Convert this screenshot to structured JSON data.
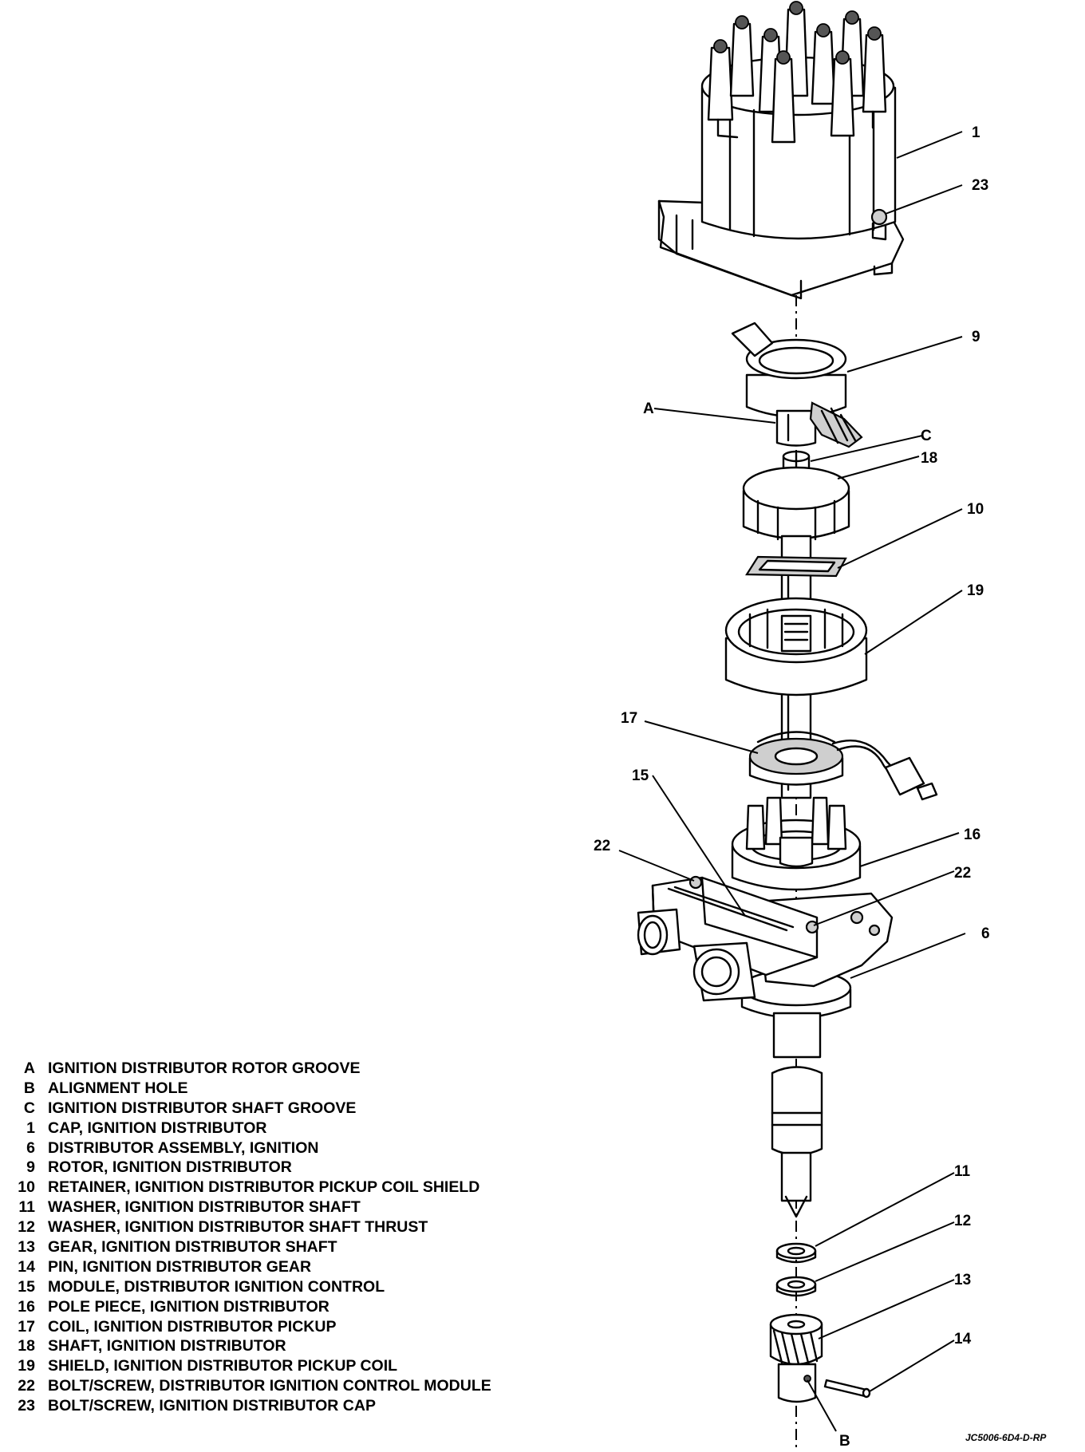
{
  "callouts": [
    {
      "id": "1",
      "label": "1"
    },
    {
      "id": "23",
      "label": "23"
    },
    {
      "id": "9",
      "label": "9"
    },
    {
      "id": "A",
      "label": "A"
    },
    {
      "id": "C",
      "label": "C"
    },
    {
      "id": "18",
      "label": "18"
    },
    {
      "id": "10",
      "label": "10"
    },
    {
      "id": "19",
      "label": "19"
    },
    {
      "id": "17",
      "label": "17"
    },
    {
      "id": "15",
      "label": "15"
    },
    {
      "id": "16",
      "label": "16"
    },
    {
      "id": "22a",
      "label": "22"
    },
    {
      "id": "22b",
      "label": "22"
    },
    {
      "id": "6",
      "label": "6"
    },
    {
      "id": "11",
      "label": "11"
    },
    {
      "id": "12",
      "label": "12"
    },
    {
      "id": "13",
      "label": "13"
    },
    {
      "id": "14",
      "label": "14"
    },
    {
      "id": "B",
      "label": "B"
    }
  ],
  "legend": [
    {
      "key": "A",
      "text": "IGNITION DISTRIBUTOR ROTOR GROOVE"
    },
    {
      "key": "B",
      "text": "ALIGNMENT HOLE"
    },
    {
      "key": "C",
      "text": "IGNITION DISTRIBUTOR SHAFT GROOVE"
    },
    {
      "key": "1",
      "text": "CAP, IGNITION DISTRIBUTOR"
    },
    {
      "key": "6",
      "text": "DISTRIBUTOR ASSEMBLY, IGNITION"
    },
    {
      "key": "9",
      "text": "ROTOR, IGNITION DISTRIBUTOR"
    },
    {
      "key": "10",
      "text": "RETAINER, IGNITION DISTRIBUTOR PICKUP COIL SHIELD"
    },
    {
      "key": "11",
      "text": "WASHER, IGNITION DISTRIBUTOR SHAFT"
    },
    {
      "key": "12",
      "text": "WASHER, IGNITION DISTRIBUTOR SHAFT THRUST"
    },
    {
      "key": "13",
      "text": "GEAR, IGNITION DISTRIBUTOR SHAFT"
    },
    {
      "key": "14",
      "text": "PIN, IGNITION DISTRIBUTOR GEAR"
    },
    {
      "key": "15",
      "text": "MODULE, DISTRIBUTOR IGNITION CONTROL"
    },
    {
      "key": "16",
      "text": "POLE PIECE, IGNITION DISTRIBUTOR"
    },
    {
      "key": "17",
      "text": "COIL, IGNITION DISTRIBUTOR PICKUP"
    },
    {
      "key": "18",
      "text": "SHAFT, IGNITION DISTRIBUTOR"
    },
    {
      "key": "19",
      "text": "SHIELD, IGNITION DISTRIBUTOR PICKUP COIL"
    },
    {
      "key": "22",
      "text": "BOLT/SCREW, DISTRIBUTOR IGNITION CONTROL MODULE"
    },
    {
      "key": "23",
      "text": "BOLT/SCREW, IGNITION DISTRIBUTOR CAP"
    }
  ],
  "figure_ref": "JC5006-6D4-D-RP"
}
